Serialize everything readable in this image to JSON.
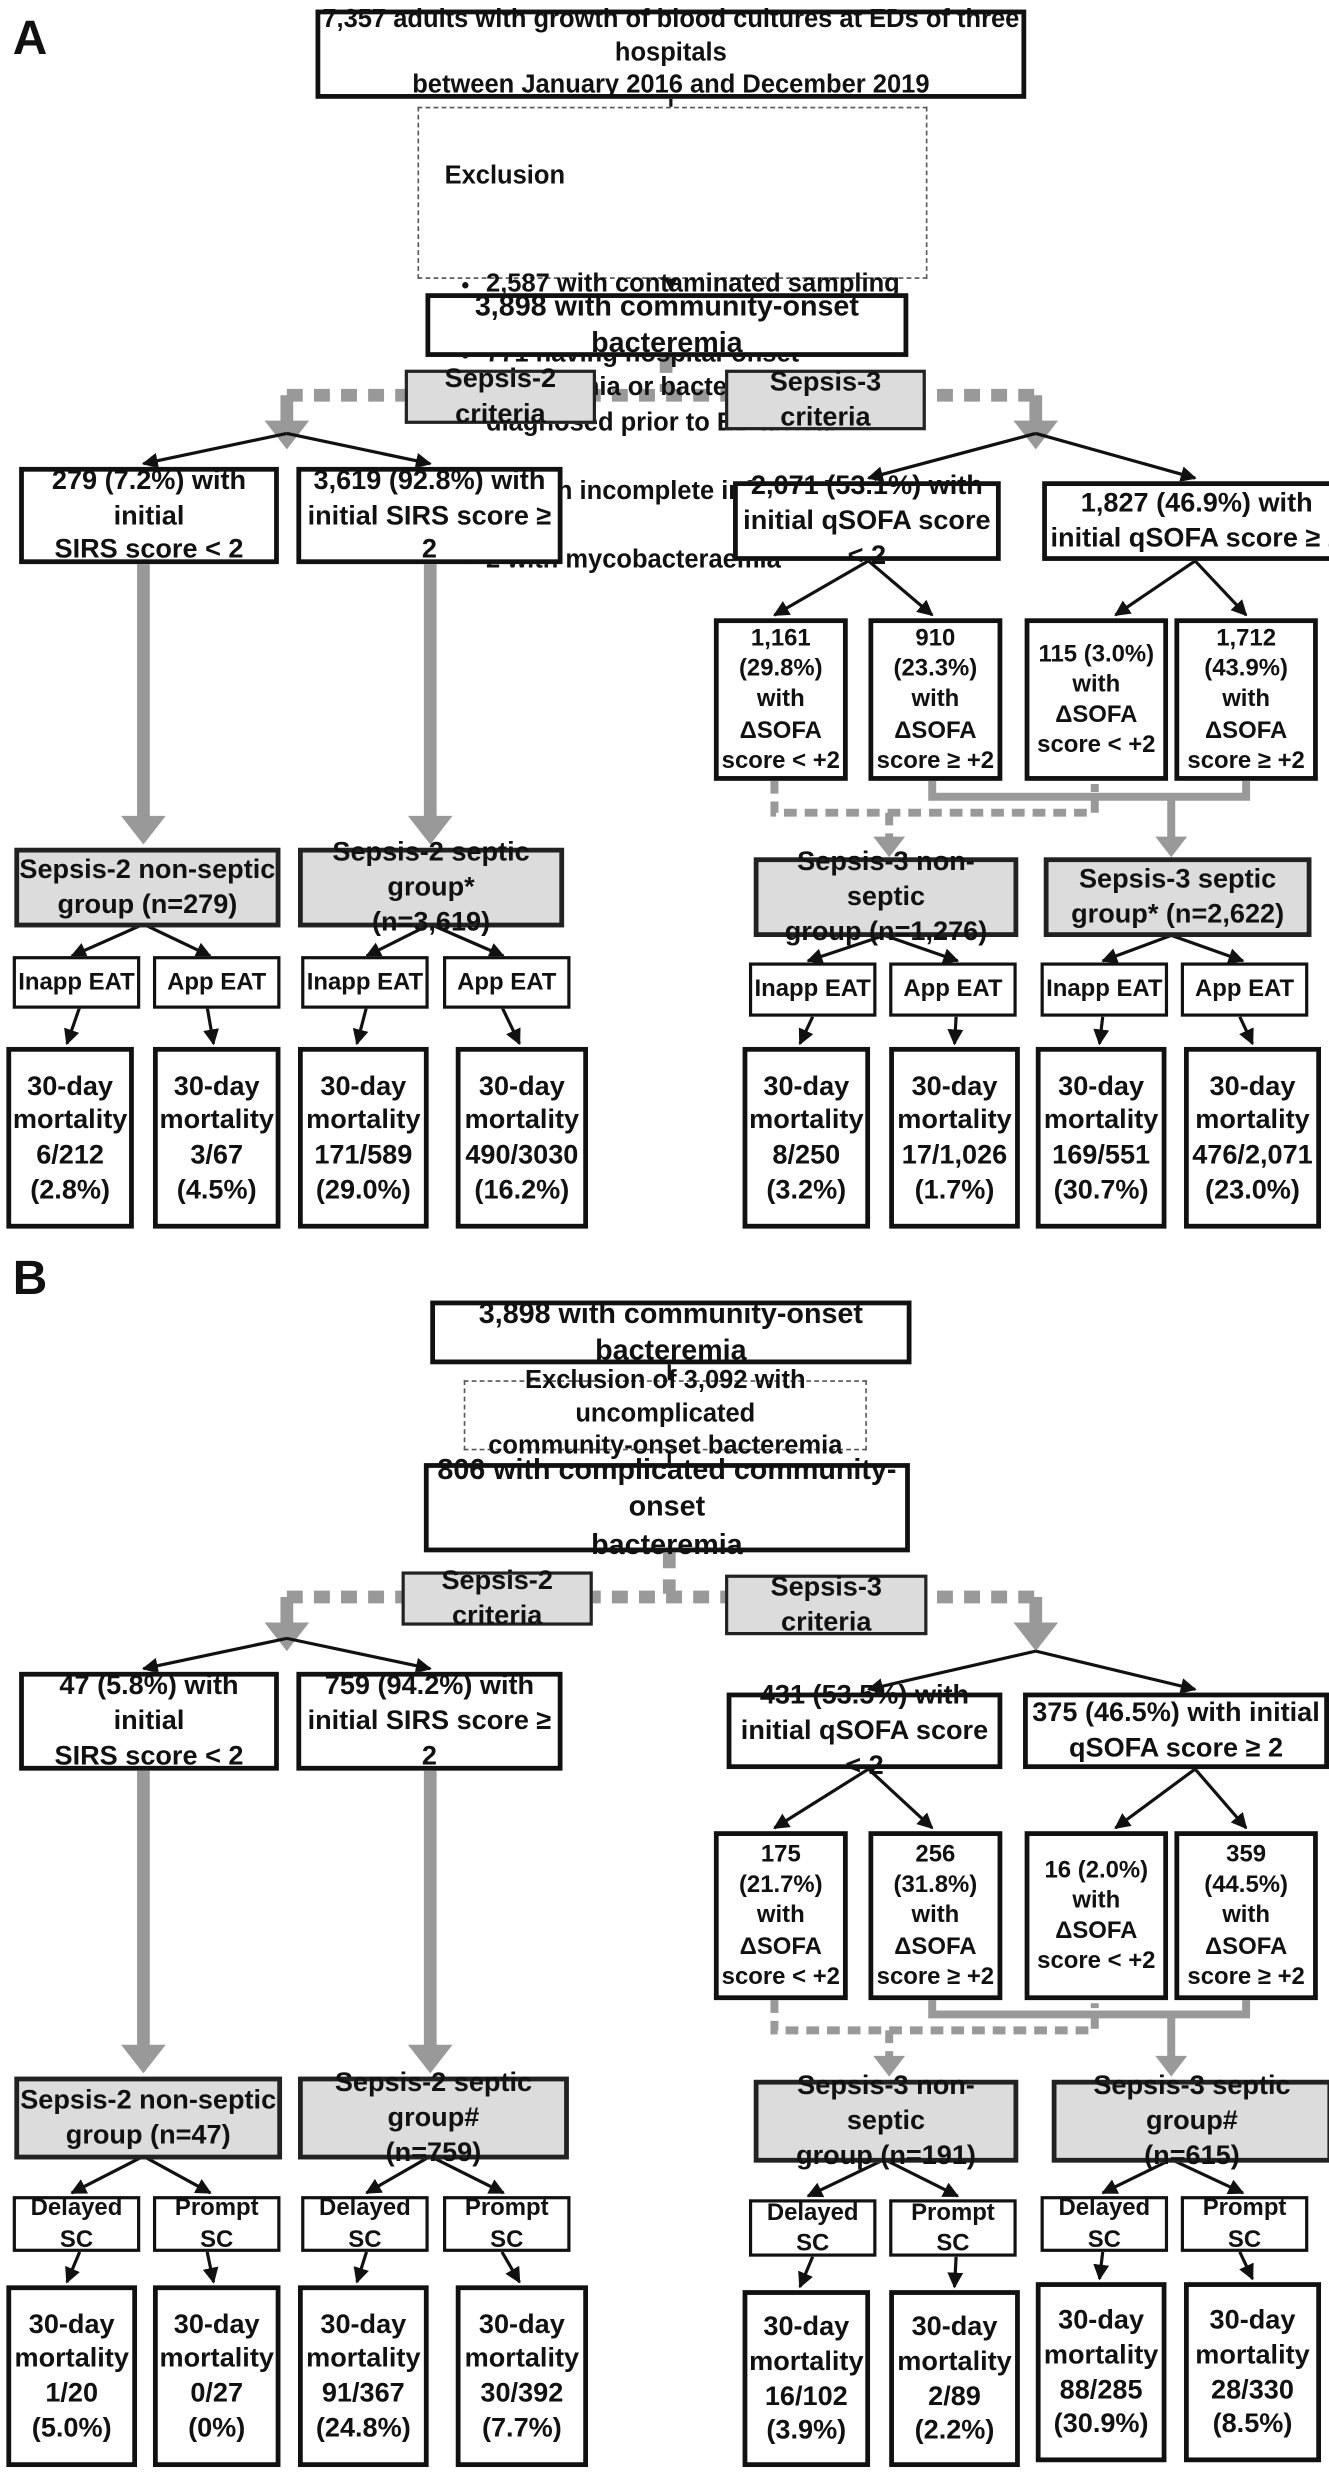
{
  "panel_a": {
    "label": "A",
    "top": "7,357 adults with growth of blood cultures at EDs of three hospitals\nbetween January 2016 and December 2019",
    "exclusion_title": "Exclusion",
    "exclusions": [
      "2,587 with contaminated sampling",
      "771 having hospital-onset bacteremia or bacteremia diagnosed prior to ED arrival",
      "99 with incomplete information",
      "2 with mycobacteraemia"
    ],
    "cohort": "3,898 with community-onset bacteremia",
    "sepsis2_criteria": "Sepsis-2 criteria",
    "sepsis3_criteria": "Sepsis-3 criteria",
    "s2_low": "279 (7.2%) with initial\nSIRS score < 2",
    "s2_high": "3,619 (92.8%) with\ninitial SIRS score ≥ 2",
    "s3_low": "2,071 (53.1%) with\ninitial qSOFA score < 2",
    "s3_high": "1,827 (46.9%) with\ninitial qSOFA score ≥ 2",
    "sofa": [
      "1,161\n(29.8%)\nwith\nΔSOFA\nscore < +2",
      "910\n(23.3%)\nwith\nΔSOFA\nscore ≥ +2",
      "115 (3.0%)\nwith\nΔSOFA\nscore < +2",
      "1,712\n(43.9%)\nwith\nΔSOFA\nscore ≥ +2"
    ],
    "groups": [
      "Sepsis-2 non-septic\ngroup (n=279)",
      "Sepsis-2 septic group*\n(n=3,619)",
      "Sepsis-3 non-septic\ngroup (n=1,276)",
      "Sepsis-3 septic\ngroup* (n=2,622)"
    ],
    "subgroups": [
      "Inapp EAT",
      "App EAT",
      "Inapp EAT",
      "App EAT",
      "Inapp EAT",
      "App EAT",
      "Inapp EAT",
      "App EAT"
    ],
    "outcomes": [
      "30-day\nmortality\n6/212\n(2.8%)",
      "30-day\nmortality\n3/67\n(4.5%)",
      "30-day\nmortality\n171/589\n(29.0%)",
      "30-day\nmortality\n490/3030\n(16.2%)",
      "30-day\nmortality\n8/250\n(3.2%)",
      "30-day\nmortality\n17/1,026\n(1.7%)",
      "30-day\nmortality\n169/551\n(30.7%)",
      "30-day\nmortality\n476/2,071\n(23.0%)"
    ]
  },
  "panel_b": {
    "label": "B",
    "top": "3,898 with community-onset bacteremia",
    "exclusion": "Exclusion of 3,092 with uncomplicated\ncommunity-onset bacteremia",
    "cohort": "806 with complicated community-onset\nbacteremia",
    "sepsis2_criteria": "Sepsis-2 criteria",
    "sepsis3_criteria": "Sepsis-3 criteria",
    "s2_low": "47 (5.8%) with initial\nSIRS score < 2",
    "s2_high": "759 (94.2%) with\ninitial SIRS score ≥ 2",
    "s3_low": "431 (53.5%) with\ninitial qSOFA score < 2",
    "s3_high": "375 (46.5%) with initial\nqSOFA score ≥ 2",
    "sofa": [
      "175\n(21.7%)\nwith\nΔSOFA\nscore < +2",
      "256\n(31.8%)\nwith\nΔSOFA\nscore ≥ +2",
      "16 (2.0%)\nwith\nΔSOFA\nscore < +2",
      "359\n(44.5%)\nwith\nΔSOFA\nscore ≥ +2"
    ],
    "groups": [
      "Sepsis-2 non-septic\ngroup (n=47)",
      "Sepsis-2 septic group#\n(n=759)",
      "Sepsis-3 non-septic\ngroup (n=191)",
      "Sepsis-3 septic group#\n(n=615)"
    ],
    "subgroups": [
      "Delayed SC",
      "Prompt SC",
      "Delayed SC",
      "Prompt SC",
      "Delayed SC",
      "Prompt SC",
      "Delayed SC",
      "Prompt SC"
    ],
    "outcomes": [
      "30-day\nmortality\n1/20\n(5.0%)",
      "30-day\nmortality\n0/27\n(0%)",
      "30-day\nmortality\n91/367\n(24.8%)",
      "30-day\nmortality\n30/392\n(7.7%)",
      "30-day\nmortality\n16/102\n(3.9%)",
      "30-day\nmortality\n2/89\n(2.2%)",
      "30-day\nmortality\n88/285\n(30.9%)",
      "30-day\nmortality\n28/330\n(8.5%)"
    ]
  }
}
